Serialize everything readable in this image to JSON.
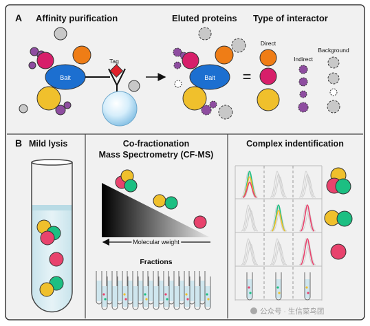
{
  "panel_a": {
    "letter": "A",
    "affinity_title": "Affinity purification",
    "eluted_title": "Eluted proteins",
    "interactor_title": "Type of interactor",
    "bait_label": "Bait",
    "tag_label": "Tag",
    "equals": "=",
    "direct_label": "Direct",
    "indirect_label": "Indirect",
    "background_label": "Background"
  },
  "panel_b": {
    "letter": "B",
    "lysis_title": "Mild lysis",
    "cofrac_title_1": "Co-fractionation",
    "cofrac_title_2": "Mass Spectrometry (CF-MS)",
    "mw_label": "Molecular weight",
    "fractions_label": "Fractions",
    "complex_title": "Complex indentification"
  },
  "watermark": {
    "text": "公众号 · 生信菜鸟团"
  },
  "colors": {
    "frame_bg": "#f1f1f1",
    "bait": "#1c6fd0",
    "tag": "#e0202a",
    "orange": "#ef7d16",
    "magenta": "#d71f6a",
    "yellow": "#f0c02c",
    "purple": "#8e4da0",
    "grey": "#c8c8c8",
    "green": "#1cbf82",
    "pink": "#e8436d"
  }
}
